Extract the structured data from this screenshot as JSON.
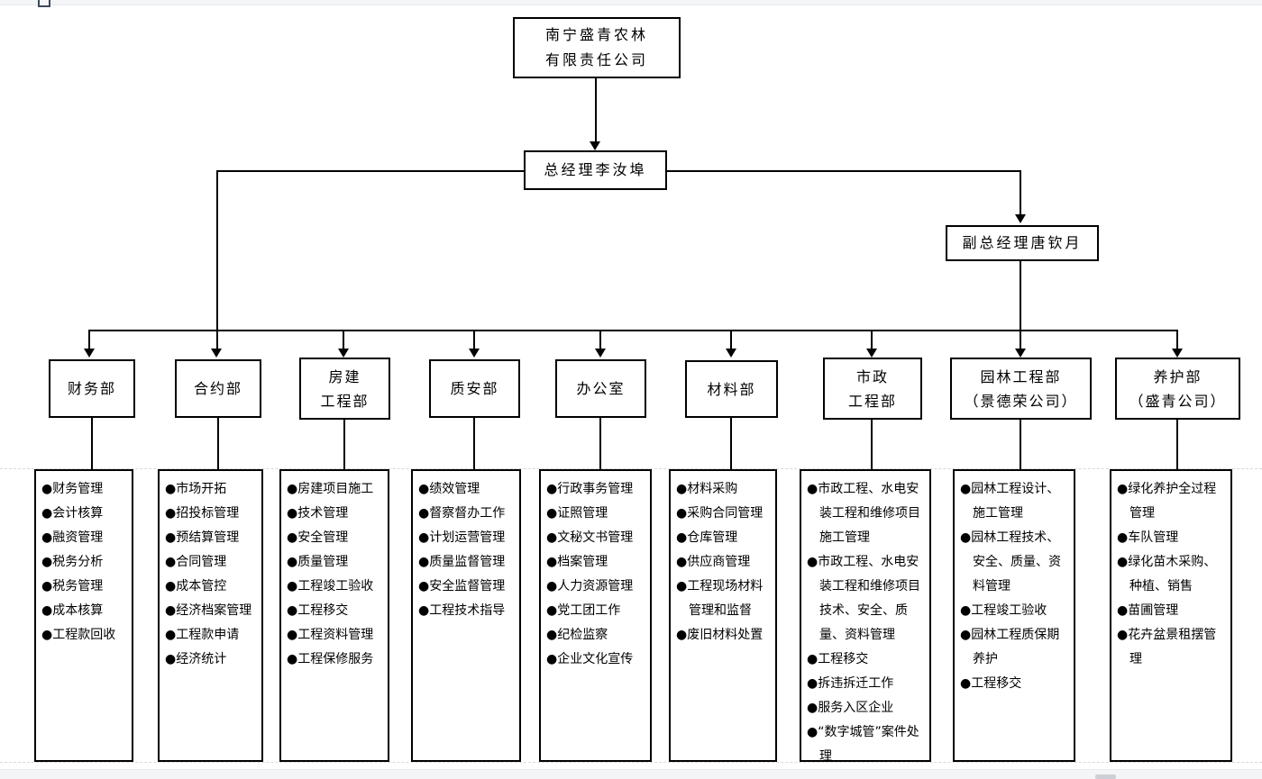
{
  "company": {
    "line1": "南宁盛青农林",
    "line2": "有限责任公司"
  },
  "general_manager": "总经理李汝埠",
  "deputy_general_manager": "副总经理唐钦月",
  "departments": [
    {
      "name_lines": [
        "财务部"
      ],
      "items": [
        "●财务管理",
        "●会计核算",
        "●融资管理",
        "●税务分析",
        "●税务管理",
        "●成本核算",
        "●工程款回收"
      ]
    },
    {
      "name_lines": [
        "合约部"
      ],
      "items": [
        "●市场开拓",
        "●招投标管理",
        "●预结算管理",
        "●合同管理",
        "●成本管控",
        "●经济档案管理",
        "●工程款申请",
        "●经济统计"
      ]
    },
    {
      "name_lines": [
        "房建",
        "工程部"
      ],
      "items": [
        "●房建项目施工",
        "●技术管理",
        "●安全管理",
        "●质量管理",
        "●工程竣工验收",
        "●工程移交",
        "●工程资料管理",
        "●工程保修服务"
      ]
    },
    {
      "name_lines": [
        "质安部"
      ],
      "items": [
        "●绩效管理",
        "●督察督办工作",
        "●计划运营管理",
        "●质量监督管理",
        "●安全监督管理",
        "●工程技术指导"
      ]
    },
    {
      "name_lines": [
        "办公室"
      ],
      "items": [
        "●行政事务管理",
        "●证照管理",
        "●文秘文书管理",
        "●档案管理",
        "●人力资源管理",
        "●党工团工作",
        "●纪检监察",
        "●企业文化宣传"
      ]
    },
    {
      "name_lines": [
        "材料部"
      ],
      "items": [
        "●材料采购",
        "●采购合同管理",
        "●仓库管理",
        "●供应商管理",
        "●工程现场材料管理和监督",
        "●废旧材料处置"
      ]
    },
    {
      "name_lines": [
        "市政",
        "工程部"
      ],
      "items": [
        "●市政工程、水电安装工程和维修项目施工管理",
        "●市政工程、水电安装工程和维修项目技术、安全、质量、资料管理",
        "●工程移交",
        "●拆违拆迁工作",
        "●服务入区企业",
        "●“数字城管”案件处理"
      ]
    },
    {
      "name_lines": [
        "园林工程部",
        "（景德荣公司）"
      ],
      "items": [
        "●园林工程设计、施工管理",
        "●园林工程技术、安全、质量、资料管理",
        "●工程竣工验收",
        "●园林工程质保期养护",
        "●工程移交"
      ]
    },
    {
      "name_lines": [
        "养护部",
        "（盛青公司）"
      ],
      "items": [
        "●绿化养护全过程管理",
        "●车队管理",
        "●绿化苗木采购、种植、销售",
        "●苗圃管理",
        "●花卉盆景租摆管理"
      ]
    }
  ]
}
